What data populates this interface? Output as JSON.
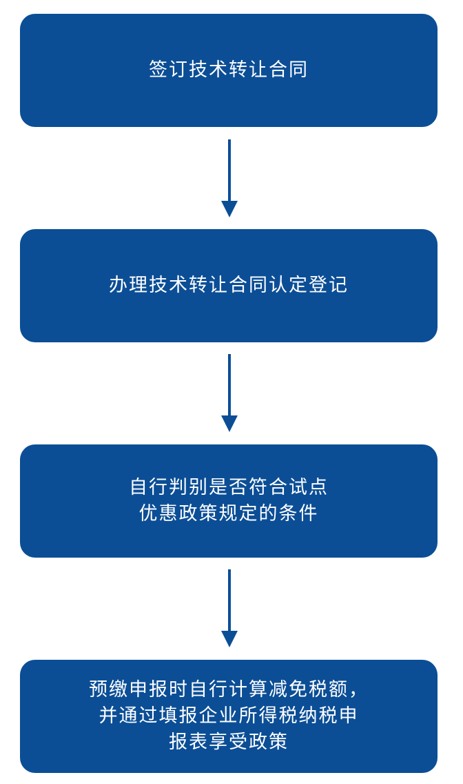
{
  "steps": [
    {
      "lines": [
        "签订技术转让合同"
      ]
    },
    {
      "lines": [
        "办理技术转让合同认定登记"
      ]
    },
    {
      "lines": [
        "自行判别是否符合试点",
        "优惠政策规定的条件"
      ]
    },
    {
      "lines": [
        "预缴申报时自行计算减免税额，",
        "并通过填报企业所得税纳税申",
        "报表享受政策"
      ]
    }
  ],
  "colors": {
    "box": "#0b4e96",
    "text": "#ffffff",
    "arrow": "#0b4e96"
  }
}
